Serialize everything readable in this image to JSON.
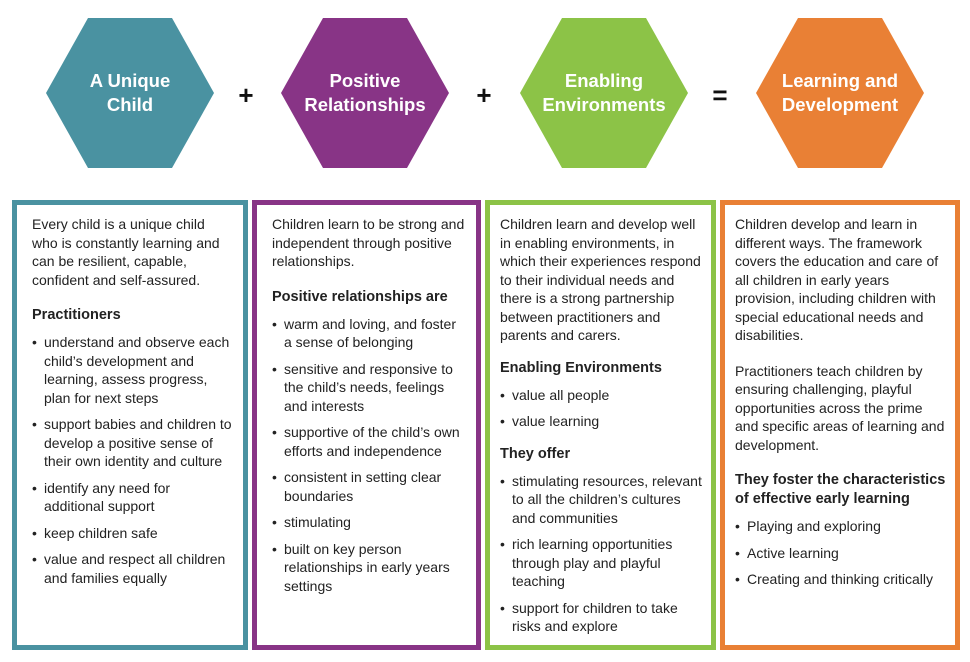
{
  "colors": {
    "teal": "#4a92a1",
    "purple": "#883486",
    "green": "#8cc347",
    "orange": "#e98035"
  },
  "header": {
    "hex1": "A Unique\nChild",
    "op1": "+",
    "hex2": "Positive\nRelationships",
    "op2": "+",
    "hex3": "Enabling\nEnvironments",
    "op3": "=",
    "hex4": "Learning and\nDevelopment"
  },
  "box1": {
    "intro": "Every child is a unique child who is constantly learning and can be resilient, capable, confident and self-assured.",
    "heading": "Practitioners",
    "items": [
      "understand and observe each child’s development and learning, assess progress, plan for next steps",
      "support babies and children to develop a positive sense of their own identity and culture",
      "identify any need for additional support",
      "keep children safe",
      "value and respect all children and families equally"
    ]
  },
  "box2": {
    "intro": "Children learn to be strong and independent through positive relationships.",
    "heading": "Positive relationships are",
    "items": [
      "warm and loving, and foster a sense of belonging",
      "sensitive and responsive to the child’s needs, feelings and interests",
      "supportive of the child’s own efforts and independence",
      "consistent in setting clear boundaries",
      "stimulating",
      "built on key person relationships in early years settings"
    ]
  },
  "box3": {
    "intro": "Children learn and develop well in enabling environments, in which their experiences respond to their individual needs and there is a strong partnership between practitioners and parents and carers.",
    "heading1": "Enabling Environments",
    "items1": [
      "value all people",
      "value learning"
    ],
    "heading2": "They offer",
    "items2": [
      "stimulating resources, relevant to all the children’s cultures and communities",
      "rich learning opportunities through play and playful teaching",
      "support for children to take risks and explore"
    ]
  },
  "box4": {
    "intro1": "Children develop and learn in different ways. The framework covers the education and care of all children in early years provision, including children with special educational needs and disabilities.",
    "intro2": "Practitioners teach children by ensuring challenging, playful opportunities across the prime and specific areas of learning and development.",
    "heading": "They foster the characteristics of effective early learning",
    "items": [
      "Playing and exploring",
      "Active learning",
      "Creating and thinking critically"
    ]
  }
}
